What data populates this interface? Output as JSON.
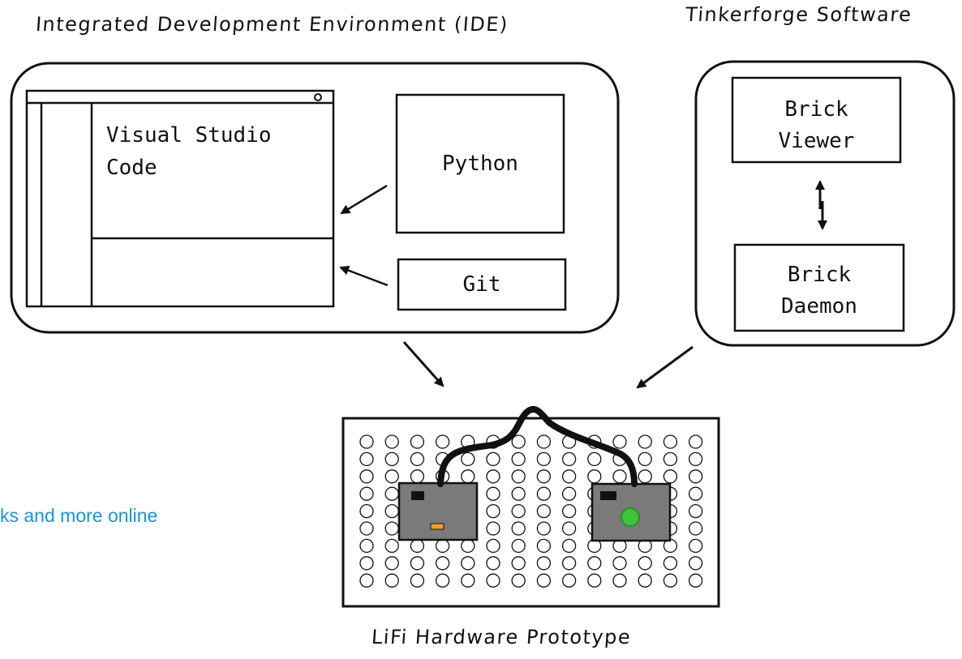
{
  "titles": {
    "ide": "Integrated Development Environment (IDE)",
    "tinkerforge": "Tinkerforge Software",
    "hardware": "LiFi Hardware Prototype"
  },
  "ide": {
    "editor_line1": "Visual Studio",
    "editor_line2": "Code",
    "python": "Python",
    "git": "Git"
  },
  "tinkerforge": {
    "viewer_line1": "Brick",
    "viewer_line2": "Viewer",
    "daemon_line1": "Brick",
    "daemon_line2": "Daemon"
  },
  "overlay_link": "ks and more online",
  "colors": {
    "ink": "#111111",
    "board_module": "#7a7a7a",
    "led_green": "#3cc43c",
    "led_orange": "#f0a020",
    "link": "#1a95d6"
  },
  "breadboard": {
    "rows": 9,
    "cols": 14
  }
}
